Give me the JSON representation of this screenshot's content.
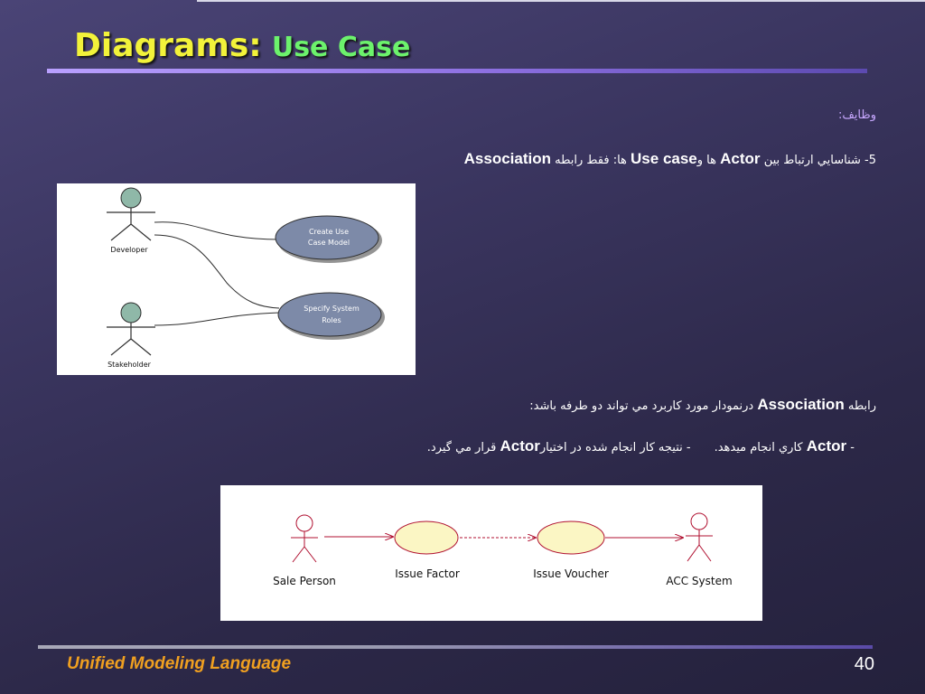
{
  "title": {
    "main": "Diagrams",
    "colon": ":",
    "sub": "Use Case"
  },
  "text": {
    "heading": "وظایف:",
    "p1_prefix": "5- شناسايي ارتباط بين",
    "p1_actor": "Actor",
    "p1_mid": "ها و",
    "p1_usecase": "Use case",
    "p1_suffix": "ها: فقط رابطه",
    "p1_assoc": "Association",
    "p2_prefix": "رابطه",
    "p2_assoc": "Association",
    "p2_suffix": "درنمودار مورد كاربرد مي تواند دو طرفه باشد:",
    "p3_dash": "-",
    "p3_actor1": "Actor",
    "p3_mid": "كاري انجام ميدهد.",
    "p3_part2": "- نتيجه كار انجام شده در اختيار",
    "p3_actor2": "Actor",
    "p3_end": "قرار مي گيرد."
  },
  "diagram1": {
    "actors": [
      "Developer",
      "Stakeholder"
    ],
    "use_cases": [
      {
        "lines": [
          "Create Use",
          "Case Model"
        ]
      },
      {
        "lines": [
          "Specify System",
          "Roles"
        ]
      }
    ]
  },
  "diagram2": {
    "actors": [
      "Sale Person",
      "ACC System"
    ],
    "use_cases": [
      "Issue Factor",
      "Issue Voucher"
    ]
  },
  "footer": {
    "label": "Unified Modeling Language",
    "page": "40"
  },
  "colors": {
    "title_main": "#f2f23a",
    "title_sub": "#6cf26c",
    "footer_text": "#f0a020",
    "heading_purple": "#c8a8ff",
    "actor_fill_1": "#8fb8a8",
    "usecase_fill_1": "#7d8aa8",
    "actor_stroke_2": "#b01030",
    "usecase_fill_2": "#fbf6c4"
  },
  "icons": [
    "actor-stick-figure-icon",
    "use-case-ellipse-icon"
  ]
}
